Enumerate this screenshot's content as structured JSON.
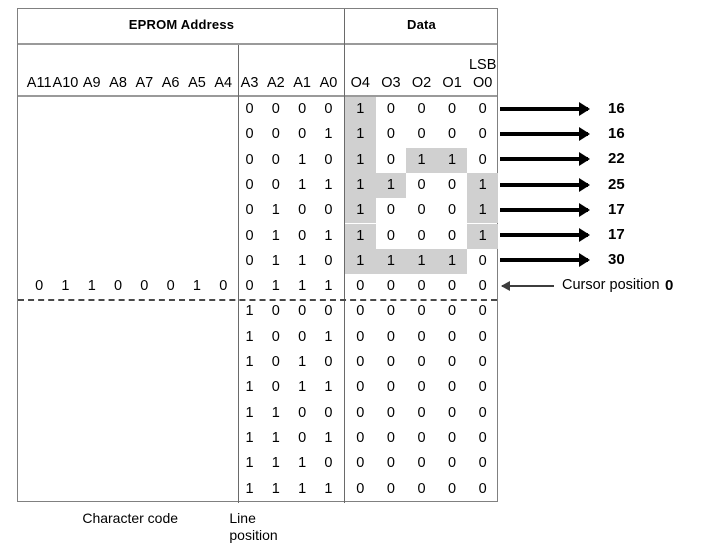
{
  "table": {
    "groups": {
      "eprom_address": "EPROM Address",
      "data": "Data"
    },
    "lsb_label": "LSB",
    "address_signals": [
      "A11",
      "A10",
      "A9",
      "A8",
      "A7",
      "A6",
      "A5",
      "A4",
      "A3",
      "A2",
      "A1",
      "A0"
    ],
    "data_signals": [
      "O4",
      "O3",
      "O2",
      "O1",
      "O0"
    ],
    "character_code_bits": [
      "0",
      "1",
      "1",
      "0",
      "0",
      "0",
      "1",
      "0"
    ],
    "rows": [
      {
        "line_position": [
          "0",
          "0",
          "0",
          "0"
        ],
        "data": [
          "1",
          "0",
          "0",
          "0",
          "0"
        ],
        "value": "16"
      },
      {
        "line_position": [
          "0",
          "0",
          "0",
          "1"
        ],
        "data": [
          "1",
          "0",
          "0",
          "0",
          "0"
        ],
        "value": "16"
      },
      {
        "line_position": [
          "0",
          "0",
          "1",
          "0"
        ],
        "data": [
          "1",
          "0",
          "1",
          "1",
          "0"
        ],
        "value": "22"
      },
      {
        "line_position": [
          "0",
          "0",
          "1",
          "1"
        ],
        "data": [
          "1",
          "1",
          "0",
          "0",
          "1"
        ],
        "value": "25"
      },
      {
        "line_position": [
          "0",
          "1",
          "0",
          "0"
        ],
        "data": [
          "1",
          "0",
          "0",
          "0",
          "1"
        ],
        "value": "17"
      },
      {
        "line_position": [
          "0",
          "1",
          "0",
          "1"
        ],
        "data": [
          "1",
          "0",
          "0",
          "0",
          "1"
        ],
        "value": "17"
      },
      {
        "line_position": [
          "0",
          "1",
          "1",
          "0"
        ],
        "data": [
          "1",
          "1",
          "1",
          "1",
          "0"
        ],
        "value": "30"
      },
      {
        "line_position": [
          "0",
          "1",
          "1",
          "1"
        ],
        "data": [
          "0",
          "0",
          "0",
          "0",
          "0"
        ],
        "value": "0"
      },
      {
        "line_position": [
          "1",
          "0",
          "0",
          "0"
        ],
        "data": [
          "0",
          "0",
          "0",
          "0",
          "0"
        ],
        "value": ""
      },
      {
        "line_position": [
          "1",
          "0",
          "0",
          "1"
        ],
        "data": [
          "0",
          "0",
          "0",
          "0",
          "0"
        ],
        "value": ""
      },
      {
        "line_position": [
          "1",
          "0",
          "1",
          "0"
        ],
        "data": [
          "0",
          "0",
          "0",
          "0",
          "0"
        ],
        "value": ""
      },
      {
        "line_position": [
          "1",
          "0",
          "1",
          "1"
        ],
        "data": [
          "0",
          "0",
          "0",
          "0",
          "0"
        ],
        "value": ""
      },
      {
        "line_position": [
          "1",
          "1",
          "0",
          "0"
        ],
        "data": [
          "0",
          "0",
          "0",
          "0",
          "0"
        ],
        "value": ""
      },
      {
        "line_position": [
          "1",
          "1",
          "0",
          "1"
        ],
        "data": [
          "0",
          "0",
          "0",
          "0",
          "0"
        ],
        "value": ""
      },
      {
        "line_position": [
          "1",
          "1",
          "1",
          "0"
        ],
        "data": [
          "0",
          "0",
          "0",
          "0",
          "0"
        ],
        "value": ""
      },
      {
        "line_position": [
          "1",
          "1",
          "1",
          "1"
        ],
        "data": [
          "0",
          "0",
          "0",
          "0",
          "0"
        ],
        "value": ""
      }
    ],
    "cursor_row_index": 7
  },
  "annotations": {
    "cursor_position_label": "Cursor position",
    "cursor_position_value": "0"
  },
  "captions": {
    "character_code": "Character code",
    "line_position": "Line\nposition"
  },
  "colors": {
    "shade": "#d0d0d0",
    "border": "#808080",
    "text": "#000000"
  }
}
